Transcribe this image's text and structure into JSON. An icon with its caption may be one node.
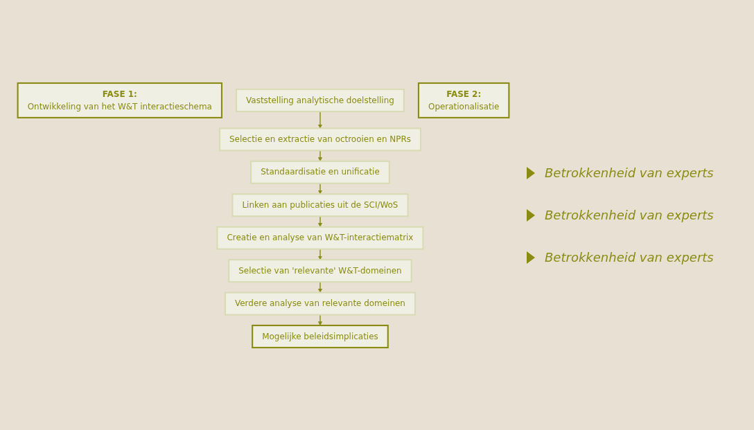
{
  "diagram": {
    "nodes": [
      {
        "text": [
          "FASE 1:",
          "Ontwikkeling van het W&T interactieschema"
        ]
      },
      {
        "text": [
          "Vaststelling analytische doelstelling"
        ]
      },
      {
        "text": [
          "Selectie en extractie van octrooien en NPRs"
        ]
      },
      {
        "text": [
          "Standaardisatie en unificatie"
        ]
      },
      {
        "text": [
          "Linken aan publicaties uit de SCI/WoS"
        ]
      },
      {
        "text": [
          "Creatie en analyse van W&T-interactiematrix"
        ]
      },
      {
        "text": [
          "FASE 2:",
          "Operationalisatie"
        ]
      },
      {
        "text": [
          "Selectie van 'relevante' W&T-domeinen"
        ]
      },
      {
        "text": [
          "Verdere analyse van relevante domeinen"
        ]
      },
      {
        "text": [
          "Mogelijke beleidsimplicaties"
        ]
      }
    ],
    "edges": [
      {
        "from": 1,
        "to": 2,
        "arrow": "to"
      },
      {
        "from": 2,
        "to": 3,
        "arrow": "to"
      },
      {
        "from": 3,
        "to": 4,
        "arrow": "to"
      },
      {
        "from": 4,
        "to": 5,
        "arrow": "to"
      },
      {
        "from": 5,
        "to": 7,
        "arrow": "to"
      },
      {
        "from": 7,
        "to": 8,
        "arrow": "to"
      },
      {
        "from": 8,
        "to": 9,
        "arrow": "to"
      }
    ],
    "labels": [
      "Betrokkenheid van experts",
      "Betrokkenheid van experts",
      "Betrokkenheid van experts"
    ]
  }
}
